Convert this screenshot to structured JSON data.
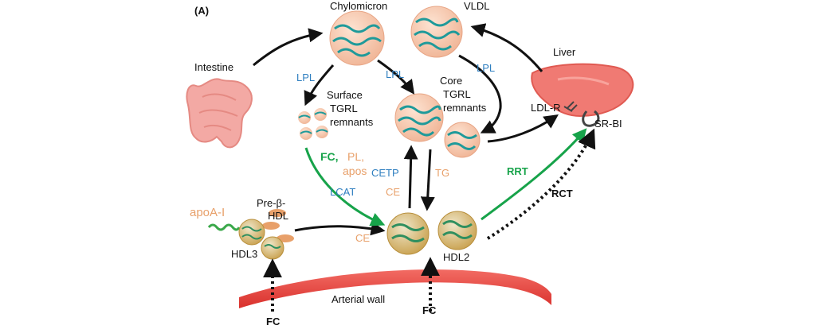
{
  "panel_label": "(A)",
  "nodes": {
    "chylomicron": "Chylomicron",
    "vldl": "VLDL",
    "intestine": "Intestine",
    "liver": "Liver",
    "surface_remnants": [
      "Surface",
      "TGRL",
      "remnants"
    ],
    "core_remnants": [
      "Core",
      "TGRL",
      "remnants"
    ],
    "ldl_r": "LDL-R",
    "sr_bi": "SR-BI",
    "pre_beta_hdl": [
      "Pre-β-",
      "HDL"
    ],
    "apoa1": "apoA-I",
    "hdl3": "HDL3",
    "hdl2": "HDL2",
    "arterial_wall": "Arterial wall"
  },
  "enzymes": {
    "lpl_1": "LPL",
    "lpl_2": "LPL",
    "lpl_3": "LPL",
    "cetp": "CETP",
    "lcat": "LCAT"
  },
  "flows": {
    "fc": "FC,",
    "pl": "PL,",
    "apos": "apos",
    "ce_1": "CE",
    "ce_2": "CE",
    "tg": "TG",
    "rrt": "RRT",
    "rct": "RCT",
    "fc_left": "FC",
    "fc_mid": "FC"
  },
  "colors": {
    "enzyme_blue": "#2f7fc0",
    "lipid_orange": "#e8a06a",
    "transport_green": "#17a34a",
    "artery_red": "#e23b3b",
    "liver_red": "#f07a73",
    "lipoprotein_peach": "#f4c7ac",
    "stripe_teal": "#1f9a9a"
  }
}
